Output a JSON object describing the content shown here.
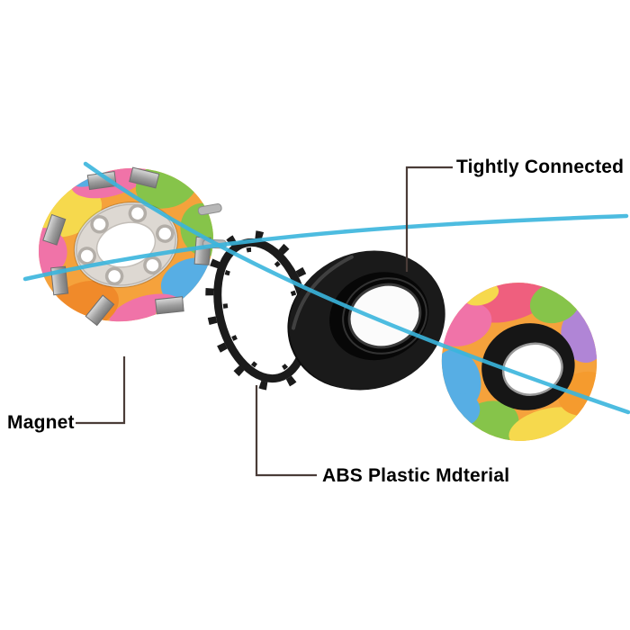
{
  "figure": {
    "description": "Exploded diagram of a magnetic fidget ring toy",
    "background": "#ffffff"
  },
  "annotations": {
    "tightly_connected": {
      "label": "Tightly Connected"
    },
    "magnet": {
      "label": "Magnet"
    },
    "abs_plastic": {
      "label": "ABS Plastic Mdterial"
    }
  },
  "colors": {
    "swoosh": "#3ab5dd",
    "leader_line": "#4a3c38",
    "label_text": "#000000",
    "ring_base": "#f5a23c",
    "black_ring": "#1a1a1a",
    "magnet_gray": "#9c9c9c",
    "cage_gray": "#ddd8d2",
    "ring_palette": [
      "#f5a23c",
      "#f6d94d",
      "#f073a8",
      "#86c44a",
      "#57aee4",
      "#ef5f7e",
      "#b085d6",
      "#f08a2a"
    ]
  }
}
